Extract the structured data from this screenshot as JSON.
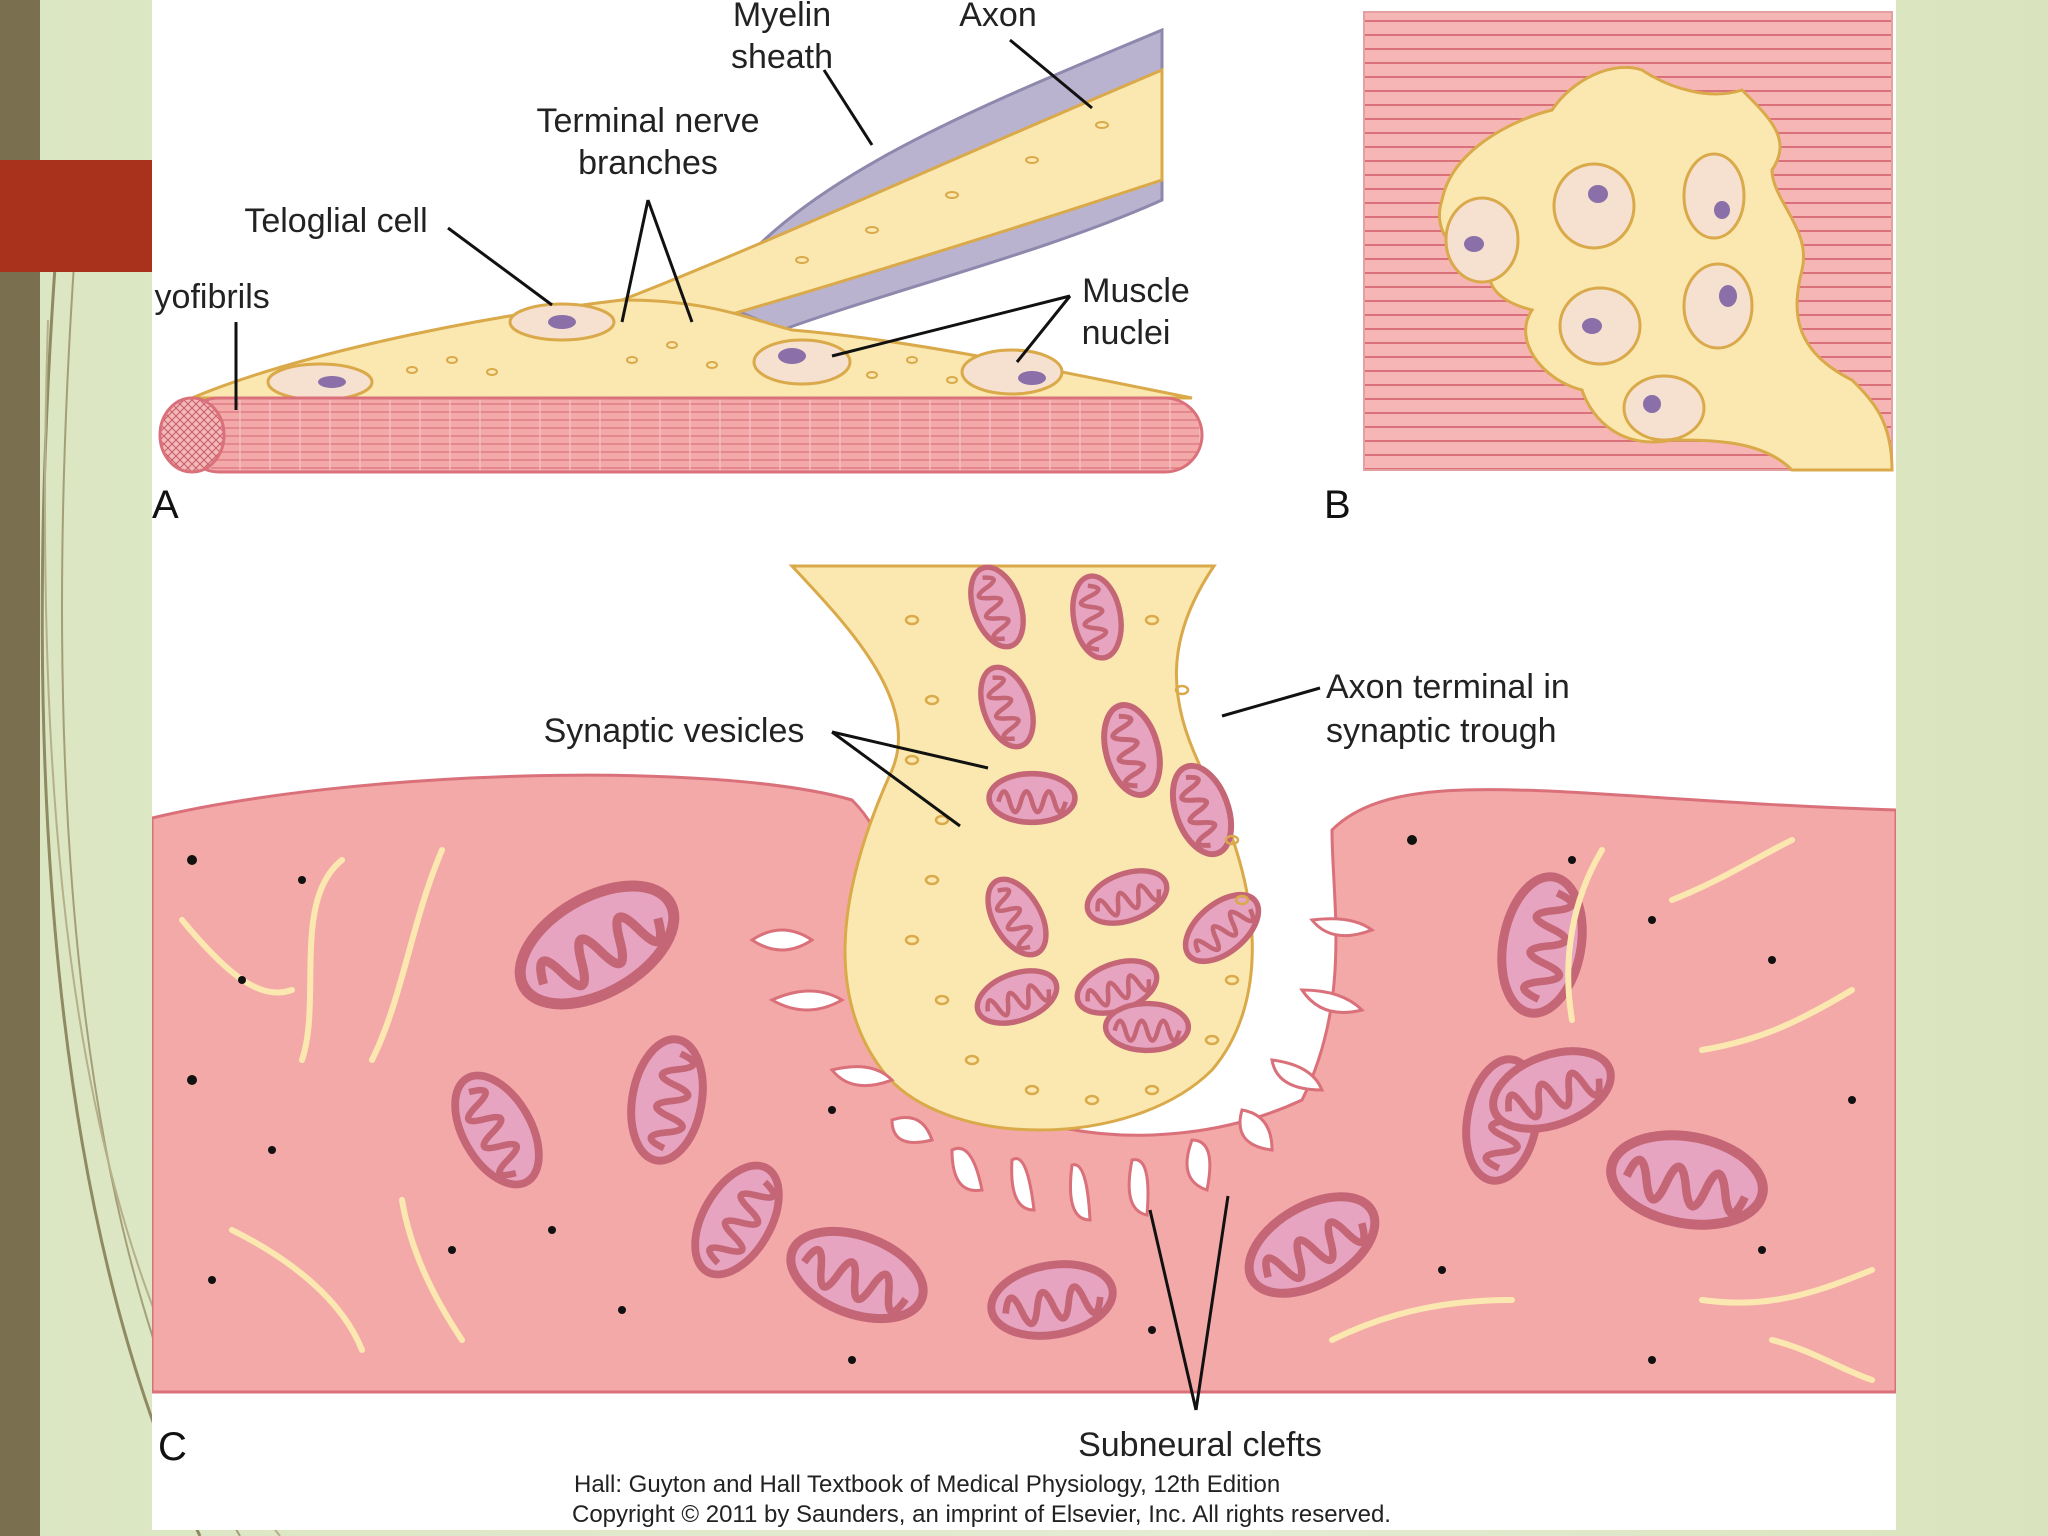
{
  "panels": {
    "a": "A",
    "b": "B",
    "c": "C"
  },
  "labels": {
    "myelin_sheath_1": "Myelin",
    "myelin_sheath_2": "sheath",
    "axon": "Axon",
    "terminal_nerve_branches_1": "Terminal nerve",
    "terminal_nerve_branches_2": "branches",
    "teloglial_cell": "Teloglial cell",
    "myofibrils": "Myofibrils",
    "muscle_nuclei_1": "Muscle",
    "muscle_nuclei_2": "nuclei",
    "synaptic_vesicles": "Synaptic vesicles",
    "axon_terminal_1": "Axon terminal in",
    "axon_terminal_2": "synaptic trough",
    "subneural_clefts": "Subneural clefts"
  },
  "credit": {
    "line1": "Hall: Guyton and Hall Textbook of Medical Physiology, 12th Edition",
    "line2": "Copyright © 2011 by Saunders, an imprint of Elsevier, Inc. All rights reserved."
  },
  "colors": {
    "muscle": "#f4a9a9",
    "muscle_edge": "#d9707a",
    "nerve": "#fbe8b0",
    "nerve_edge": "#d9a94a",
    "myelin": "#b9b3cf",
    "mito_fill": "#e7a4c0",
    "mito_edge": "#c46676",
    "nucleus": "#8a6fa8",
    "cell_body": "#f6e0d0",
    "slide_bar": "#7a6f4e",
    "slide_accent": "#a8321b"
  }
}
